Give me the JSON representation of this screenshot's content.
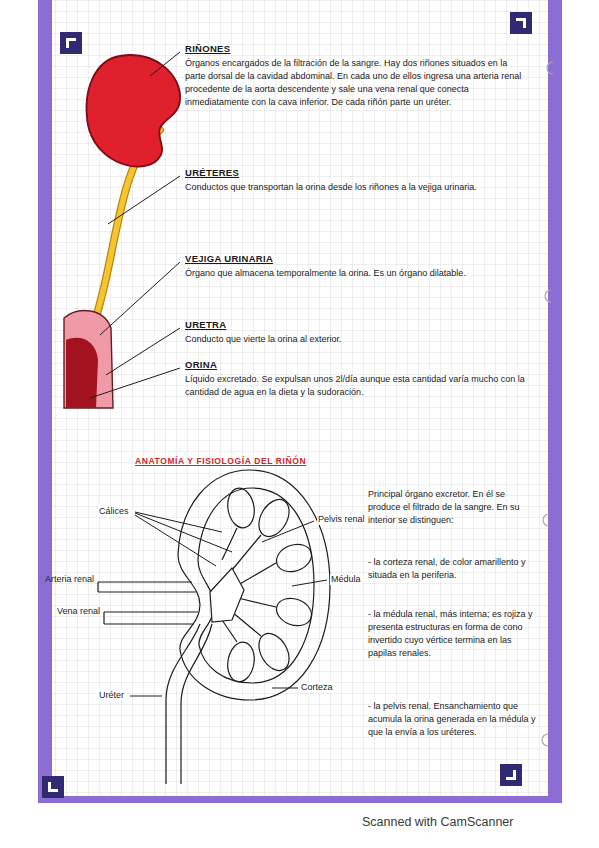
{
  "diagram": {
    "labels": [
      "RIÑONES",
      "Órganos encargados de la filtración de la sangre. Hay dos riñones situados en la parte dorsal de la cavidad abdominal. En cada uno de ellos ingresa una arteria renal procedente de la aorta descendente y sale una vena renal que conecta inmediatamente con la cava inferior. De cada riñón parte un uréter.",
      "URÉTERES",
      "Conductos que transportan la orina desde los riñones a la vejiga urinaria.",
      "VEJIGA URINARIA",
      "Órgano que almacena temporalmente la orina. Es un órgano dilatable.",
      "URETRA",
      "Conducto que vierte la orina al exterior.",
      "ORINA",
      "Líquido excretado. Se expulsan unos 2l/día aunque esta cantidad varía mucho con la cantidad de agua en la dieta y la sudoración.",
      "ANATOMÍA Y FISIOLOGÍA DEL RIÑÓN",
      "Cálices",
      "Pelvis renal",
      "Arteria renal",
      "Médula",
      "Vena renal",
      "Corteza",
      "Uréter",
      "Principal órgano excretor. En él se produce el filtrado de la sangre. En su interior se distinguen:",
      "- la corteza renal, de color amarillento y situada en la periferia.",
      "- la médula renal, más interna; es rojiza y presenta estructuras en forma de cono invertido cuyo vértice termina en las papilas renales.",
      "- la pelvis renal. Ensanchamiento que acumula la orina generada en la médula y que la envía a los uréteres.",
      "Scanned with CamScanner"
    ]
  }
}
